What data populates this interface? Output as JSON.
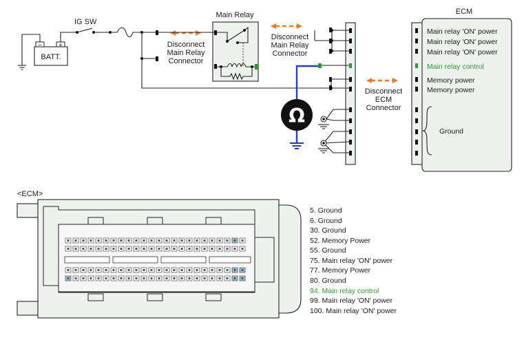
{
  "labels": {
    "ig_sw": "IG SW",
    "main_relay": "Main Relay",
    "ecm_title": "ECM",
    "battery": "BATT.",
    "disconnect_left": [
      "Disconnect",
      "Main Relay",
      "Connector"
    ],
    "disconnect_right": [
      "Disconnect",
      "Main Relay",
      "Connector"
    ],
    "disconnect_ecm": [
      "Disconnect",
      "ECM",
      "Connector"
    ],
    "ohm_symbol": "Ω",
    "connector_title": "<ECM>"
  },
  "ecm_pins": [
    {
      "text": "Main relay 'ON' power",
      "green": false
    },
    {
      "text": "Main relay 'ON' power",
      "green": false
    },
    {
      "text": "Main relay 'ON' power",
      "green": false
    },
    {
      "text": "Main relay control",
      "green": true
    },
    {
      "text": "Memory power",
      "green": false
    },
    {
      "text": "Memory power",
      "green": false
    }
  ],
  "ecm_ground_label": "Ground",
  "pin_list": [
    {
      "text": "5. Ground",
      "green": false
    },
    {
      "text": "6. Ground",
      "green": false
    },
    {
      "text": "30. Ground",
      "green": false
    },
    {
      "text": "52. Memory Power",
      "green": false
    },
    {
      "text": "55. Ground",
      "green": false
    },
    {
      "text": "75. Main relay 'ON' power",
      "green": false
    },
    {
      "text": "77. Memory Power",
      "green": false
    },
    {
      "text": "80. Ground",
      "green": false
    },
    {
      "text": "94. Main relay control",
      "green": true
    },
    {
      "text": "99. Main relay 'ON' power",
      "green": false
    },
    {
      "text": "100. Main relay 'ON' power",
      "green": false
    }
  ],
  "colors": {
    "probe_wire": "#1f3fc4",
    "arrow": "#f07a1e",
    "highlight": "#2e9a2e",
    "box_fill": "#eef2ee"
  }
}
